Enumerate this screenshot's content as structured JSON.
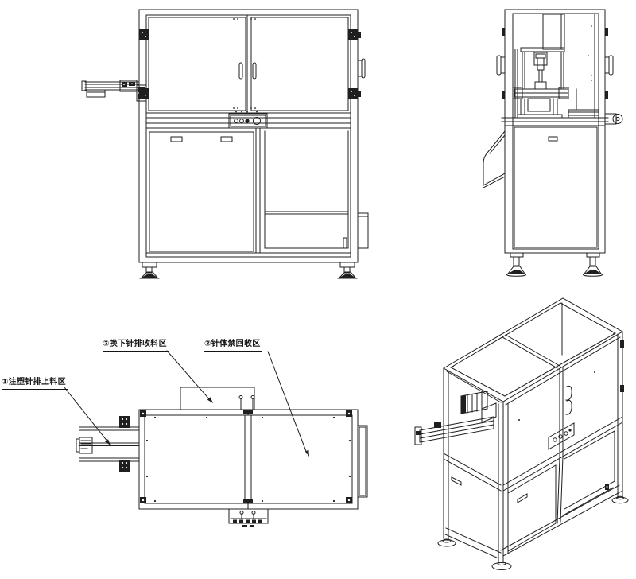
{
  "page": {
    "background": "#ffffff",
    "line_color": "#1f1f1f"
  },
  "annotations": {
    "label_1": {
      "text": "①注塑针排上料区"
    },
    "label_2": {
      "text": "②换下针排收料区"
    },
    "label_3": {
      "text": "②针体禁回收区"
    }
  }
}
